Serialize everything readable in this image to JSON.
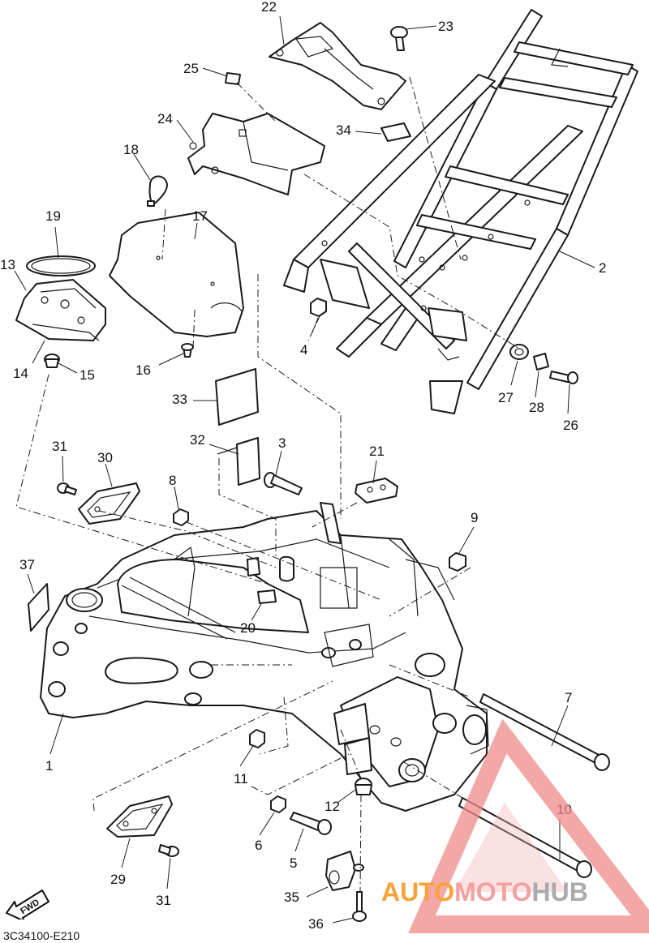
{
  "catalog_code": "3C34100-E210",
  "fwd_label": "FWD",
  "watermark": {
    "part1": "AUTO",
    "part2": "MOTO",
    "part3": "HUB",
    "color1": "#f7a23a",
    "color2": "#f3a0a0",
    "color3": "#a9abad"
  },
  "callouts": [
    {
      "id": "c1",
      "text": "1"
    },
    {
      "id": "c2",
      "text": "2"
    },
    {
      "id": "c3",
      "text": "3"
    },
    {
      "id": "c4",
      "text": "4"
    },
    {
      "id": "c5",
      "text": "5"
    },
    {
      "id": "c6",
      "text": "6"
    },
    {
      "id": "c7",
      "text": "7"
    },
    {
      "id": "c8",
      "text": "8"
    },
    {
      "id": "c9",
      "text": "9"
    },
    {
      "id": "c10",
      "text": "10"
    },
    {
      "id": "c11",
      "text": "11"
    },
    {
      "id": "c12",
      "text": "12"
    },
    {
      "id": "c13",
      "text": "13"
    },
    {
      "id": "c14",
      "text": "14"
    },
    {
      "id": "c15",
      "text": "15"
    },
    {
      "id": "c16",
      "text": "16"
    },
    {
      "id": "c17",
      "text": "17"
    },
    {
      "id": "c18",
      "text": "18"
    },
    {
      "id": "c19",
      "text": "19"
    },
    {
      "id": "c20",
      "text": "20"
    },
    {
      "id": "c21",
      "text": "21"
    },
    {
      "id": "c22",
      "text": "22"
    },
    {
      "id": "c23",
      "text": "23"
    },
    {
      "id": "c24",
      "text": "24"
    },
    {
      "id": "c25",
      "text": "25"
    },
    {
      "id": "c26",
      "text": "26"
    },
    {
      "id": "c27",
      "text": "27"
    },
    {
      "id": "c28",
      "text": "28"
    },
    {
      "id": "c29",
      "text": "29"
    },
    {
      "id": "c30",
      "text": "30"
    },
    {
      "id": "c31a",
      "text": "31"
    },
    {
      "id": "c31b",
      "text": "31"
    },
    {
      "id": "c32",
      "text": "32"
    },
    {
      "id": "c33",
      "text": "33"
    },
    {
      "id": "c34",
      "text": "34"
    },
    {
      "id": "c35",
      "text": "35"
    },
    {
      "id": "c36",
      "text": "36"
    },
    {
      "id": "c37",
      "text": "37"
    }
  ]
}
